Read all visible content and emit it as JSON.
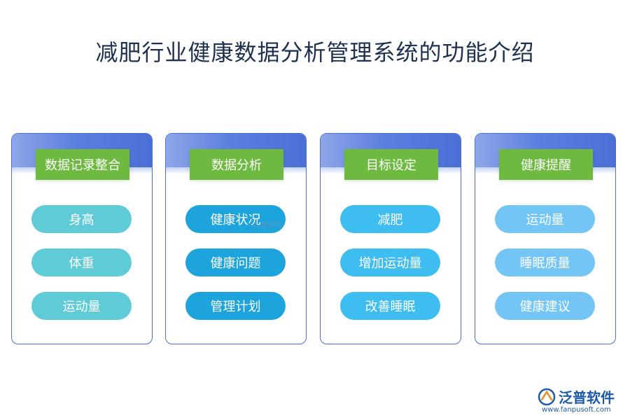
{
  "title": "减肥行业健康数据分析管理系统的功能介绍",
  "cards": [
    {
      "header": "数据记录整合",
      "items": [
        "身高",
        "体重",
        "运动量"
      ]
    },
    {
      "header": "数据分析",
      "items": [
        "健康状况",
        "健康问题",
        "管理计划"
      ]
    },
    {
      "header": "目标设定",
      "items": [
        "减肥",
        "增加运动量",
        "改善睡眠"
      ]
    },
    {
      "header": "健康提醒",
      "items": [
        "运动量",
        "睡眠质量",
        "健康建议"
      ]
    }
  ],
  "logo": {
    "name": "泛普软件",
    "url": "www.fanpusoft.com",
    "icon": "fanpu-logo-icon"
  },
  "watermark": "泛普软件",
  "colors": {
    "title": "#1f3150",
    "card_border": "#4a6fd0",
    "header_green": "#6eb93f",
    "pill_col1": "#5fcbd7",
    "pill_col2": "#1ea4dc",
    "pill_col3": "#3dbdf0",
    "pill_col4": "#72c5f5"
  }
}
